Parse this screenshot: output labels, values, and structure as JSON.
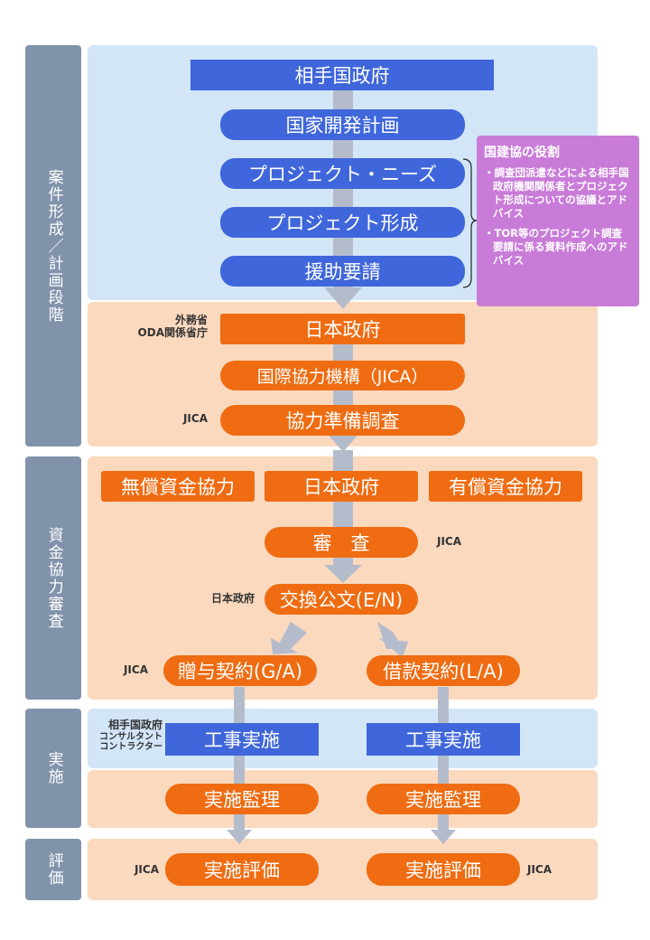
{
  "stages": {
    "formation": "案件形成／計画段階",
    "review": "資金協力審査",
    "implementation": "実施",
    "evaluation": "評価"
  },
  "formation": {
    "partner_government": "相手国政府",
    "national_development_plan": "国家開発計画",
    "project_needs": "プロジェクト・ニーズ",
    "project_formation": "プロジェクト形成",
    "aid_request": "援助要請",
    "japan_government": "日本政府",
    "jica_full": "国際協力機構（JICA）",
    "preparatory_survey": "協力準備調査",
    "label_mofa": "外務省",
    "label_oda_ministries": "ODA関係省庁",
    "label_jica": "JICA"
  },
  "role_note": {
    "title": "国建協の役割",
    "items": [
      "・調査団派遣などによる相手国政府機関関係者とプロジェクト形成についての協議とアドバイス",
      "・TOR等のプロジェクト調査要請に係る資料作成へのアドバイス"
    ]
  },
  "review": {
    "grant_aid": "無償資金協力",
    "japan_government": "日本政府",
    "loan_aid": "有償資金協力",
    "appraisal": "審　査",
    "label_appraisal_jica": "JICA",
    "exchange_of_notes": "交換公文(E/N)",
    "label_japan_government": "日本政府",
    "grant_agreement": "贈与契約(G/A)",
    "loan_agreement": "借款契約(L/A)",
    "label_agreement_jica": "JICA"
  },
  "implementation": {
    "construction_left": "工事実施",
    "construction_right": "工事実施",
    "label_partner_government": "相手国政府",
    "label_consultant": "コンサルタント",
    "label_contractor": "コントラクター",
    "supervision_left": "実施監理",
    "supervision_right": "実施監理"
  },
  "evaluation": {
    "evaluation_left": "実施評価",
    "evaluation_right": "実施評価",
    "label_jica_left": "JICA",
    "label_jica_right": "JICA"
  }
}
